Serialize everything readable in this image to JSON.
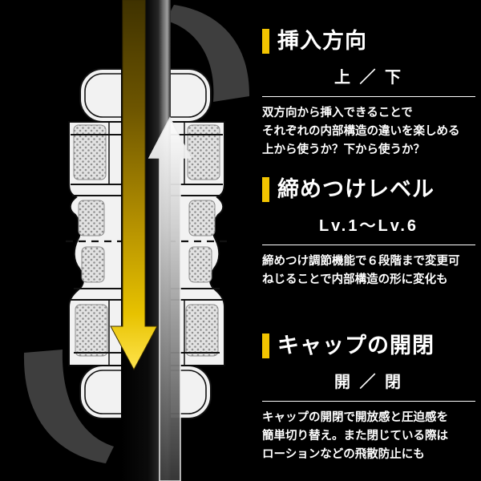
{
  "colors": {
    "background": "#000000",
    "accent": "#f2c400",
    "text": "#ffffff",
    "arrow_gold": "#e7c200",
    "arrow_gray": "#cfcfcf",
    "swoosh_gray": "#3e3e3e"
  },
  "sections": [
    {
      "id": "insertion-direction",
      "heading": "挿入方向",
      "value": "上 ／ 下",
      "description_lines": [
        "双方向から挿入できることで",
        "それぞれの内部構造の違いを楽しめる",
        "上から使うか？下から使うか？"
      ]
    },
    {
      "id": "tightness-level",
      "heading": "締めつけレベル",
      "value": "Lv.1〜Lv.6",
      "description_lines": [
        "締めつけ調節機能で６段階まで変更可",
        "ねじることで内部構造の形に変化も"
      ]
    },
    {
      "id": "cap-open-close",
      "heading": "キャップの開閉",
      "value": "開 ／ 閉",
      "description_lines": [
        "キャップの開閉で開放感と圧迫感を",
        "簡単切り替え。また閉じている際は",
        "ローションなどの飛散防止にも"
      ]
    }
  ]
}
